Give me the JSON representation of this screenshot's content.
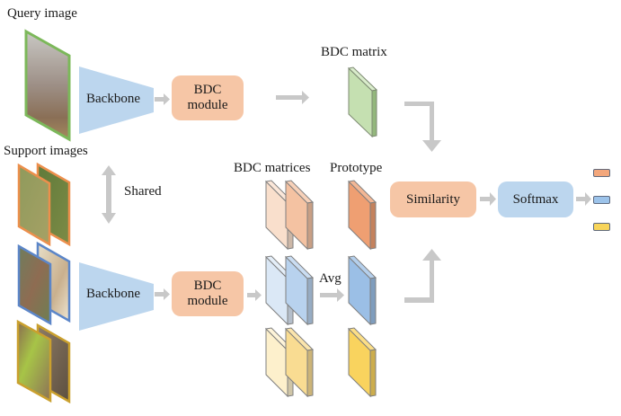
{
  "labels": {
    "query_image": "Query image",
    "support_images": "Support images",
    "shared": "Shared",
    "bdc_matrix": "BDC matrix",
    "bdc_matrices": "BDC matrices",
    "prototype": "Prototype",
    "avg": "Avg"
  },
  "query_branch": {
    "backbone": "Backbone",
    "bdc_module_line1": "BDC",
    "bdc_module_line2": "module"
  },
  "support_branch": {
    "backbone": "Backbone",
    "bdc_module_line1": "BDC",
    "bdc_module_line2": "module"
  },
  "similarity": "Similarity",
  "softmax": "Softmax",
  "colors": {
    "query": "#7cb85a",
    "class1": "#ef9a6a",
    "class2": "#8fb6e0",
    "class3": "#f7d25c",
    "module": "#f6c6a6",
    "backbone": "#bcd6ee",
    "arrow": "#c8c8c8"
  },
  "outputs": [
    {
      "name": "class-1-output",
      "color": "#f3a77c"
    },
    {
      "name": "class-2-output",
      "color": "#9cc3ea"
    },
    {
      "name": "class-3-output",
      "color": "#f8d55a"
    }
  ]
}
